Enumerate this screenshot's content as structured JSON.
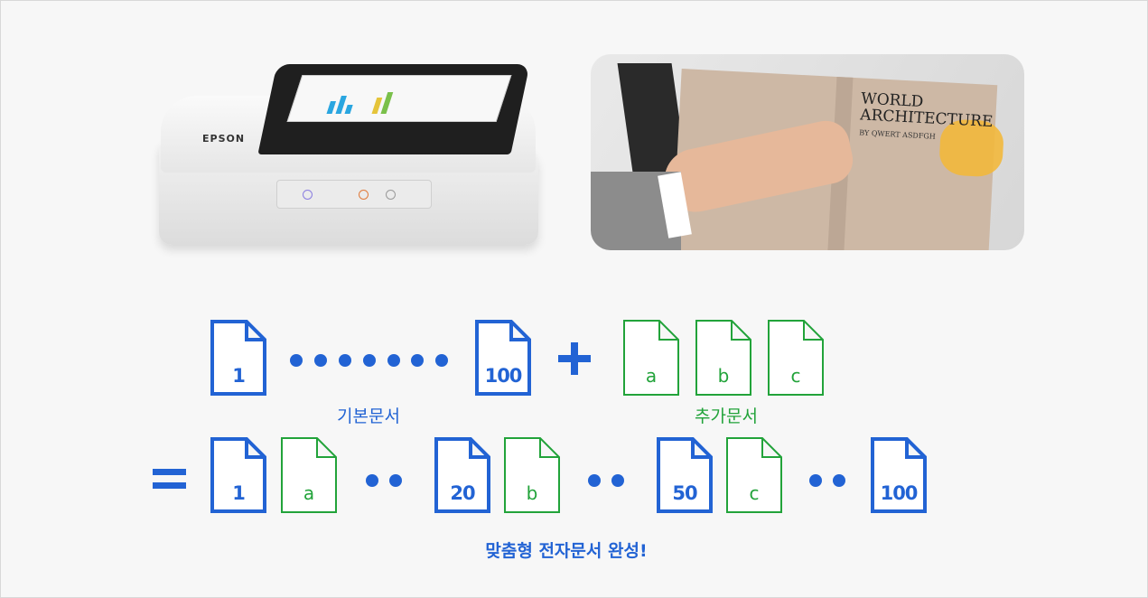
{
  "colors": {
    "base": "#2263d4",
    "extra": "#22a33a"
  },
  "scanner_image": {
    "brand": "EPSON"
  },
  "photo_image": {
    "book_title": "WORLD ARCHITECTURE",
    "book_author": "BY QWERT ASDFGH"
  },
  "row1": {
    "base_docs": [
      "1",
      "100"
    ],
    "extra_docs": [
      "a",
      "b",
      "c"
    ],
    "base_label": "기본문서",
    "extra_label": "추가문서"
  },
  "row2": {
    "docs": [
      "1",
      "a",
      "20",
      "b",
      "50",
      "c",
      "100"
    ]
  },
  "caption": "맞춤형 전자문서 완성!"
}
